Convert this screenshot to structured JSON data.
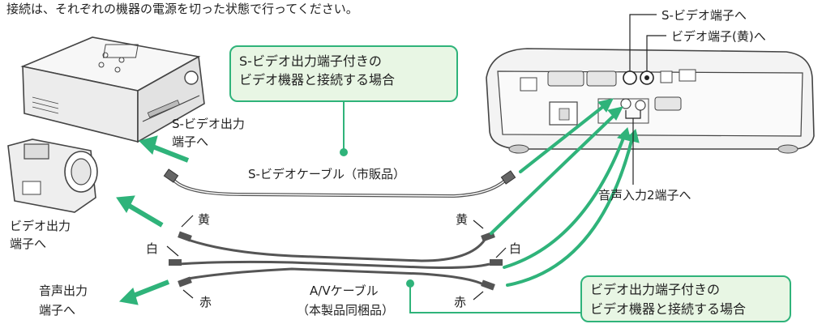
{
  "header": {
    "instruction": "接続は、それぞれの機器の電源を切った状態で行ってください。"
  },
  "callouts": {
    "svideo": {
      "line1": "S-ビデオ出力端子付きの",
      "line2": "ビデオ機器と接続する場合"
    },
    "video": {
      "line1": "ビデオ出力端子付きの",
      "line2": "ビデオ機器と接続する場合"
    }
  },
  "labels": {
    "svideo_out_1": "S-ビデオ出力",
    "svideo_out_2": "端子へ",
    "svideo_cable": "S-ビデオケーブル（市販品）",
    "video_out_1": "ビデオ出力",
    "video_out_2": "端子へ",
    "audio_out_1": "音声出力",
    "audio_out_2": "端子へ",
    "av_cable_1": "A/Vケーブル",
    "av_cable_2": "（本製品同梱品）",
    "yellow_left": "黄",
    "white_left": "白",
    "red_left": "赤",
    "yellow_right": "黄",
    "white_right": "白",
    "red_right": "赤",
    "svideo_port": "S-ビデオ端子へ",
    "video_port": "ビデオ端子(黄)へ",
    "audio_in2": "音声入力2端子へ"
  },
  "colors": {
    "accent": "#2fb37a",
    "callout_fill": "#e8f6e4",
    "device_fill": "#efefef",
    "device_stroke": "#444444"
  }
}
